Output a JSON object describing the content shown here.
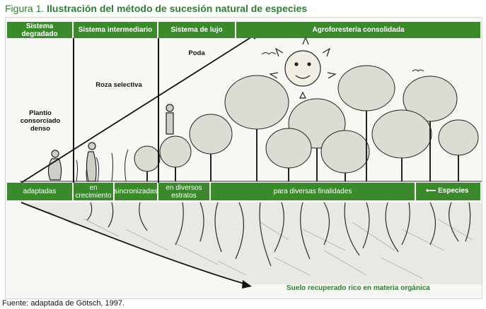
{
  "title": {
    "number": "Figura 1.",
    "text": "Ilustración del método de sucesión natural de especies"
  },
  "top_band": [
    "Sistema degradado",
    "Sistema intermediario",
    "Sistema de lujo",
    "Agroforestería consolidada"
  ],
  "annotations": {
    "poda": "Poda",
    "roza": "Roza selectiva",
    "plantio": "Plantío consorciado denso"
  },
  "bottom_band": [
    "adaptadas",
    "en crecimiento",
    "sincronizadas",
    "en diversos estratos",
    "para diversas finalidades"
  ],
  "especies_label": "Especies",
  "soil_label": "Suelo recuperado rico en materia orgánica",
  "footer": "Fuente: adaptada de Götsch, 1997.",
  "colors": {
    "band_green": "#3a8a2c",
    "title_green": "#2e7d32"
  }
}
